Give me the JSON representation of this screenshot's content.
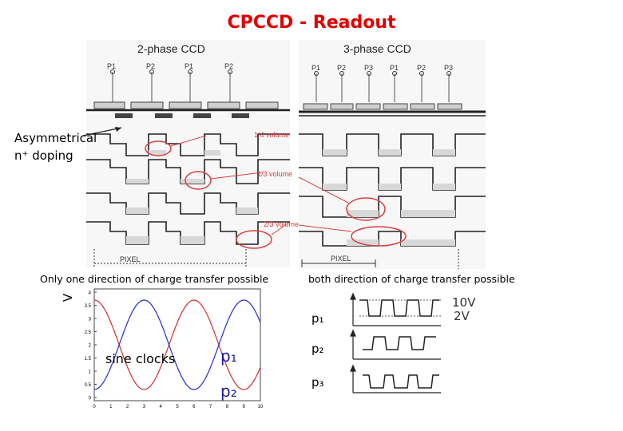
{
  "title": "CPCCD - Readout",
  "two_phase": {
    "title": "2-phase CCD",
    "phases": [
      "P1",
      "P2",
      "P1",
      "P2"
    ],
    "volume_labels": [
      "1/4 volume",
      "1/3 volume",
      "2/3 volume"
    ],
    "pixel_label": "PIXEL",
    "caption": "Only one direction of charge transfer possible"
  },
  "three_phase": {
    "title": "3-phase CCD",
    "phases": [
      "P1",
      "P2",
      "P3",
      "P1",
      "P2",
      "P3"
    ],
    "pixel_label": "PIXEL",
    "caption": "both direction of charge transfer possible"
  },
  "annotation": {
    "line1": "Asymmetrical",
    "line2": "n⁺ doping"
  },
  "sine_plot": {
    "y_axis_label": "V",
    "label": "sine clocks",
    "p1_label": "p₁",
    "p2_label": "p₂",
    "y_ticks": [
      "4",
      "3.5",
      "3",
      "2.5",
      "2",
      "1.5",
      "1",
      "0.5",
      "0"
    ],
    "x_ticks": [
      "0",
      "1",
      "2",
      "3",
      "4",
      "5",
      "6",
      "7",
      "8",
      "9",
      "10"
    ],
    "red_color": "#d03030",
    "blue_color": "#2a2ad0"
  },
  "square_clocks": {
    "labels": [
      "p₁",
      "p₂",
      "p₃"
    ],
    "high": "10V",
    "low": "2V"
  }
}
